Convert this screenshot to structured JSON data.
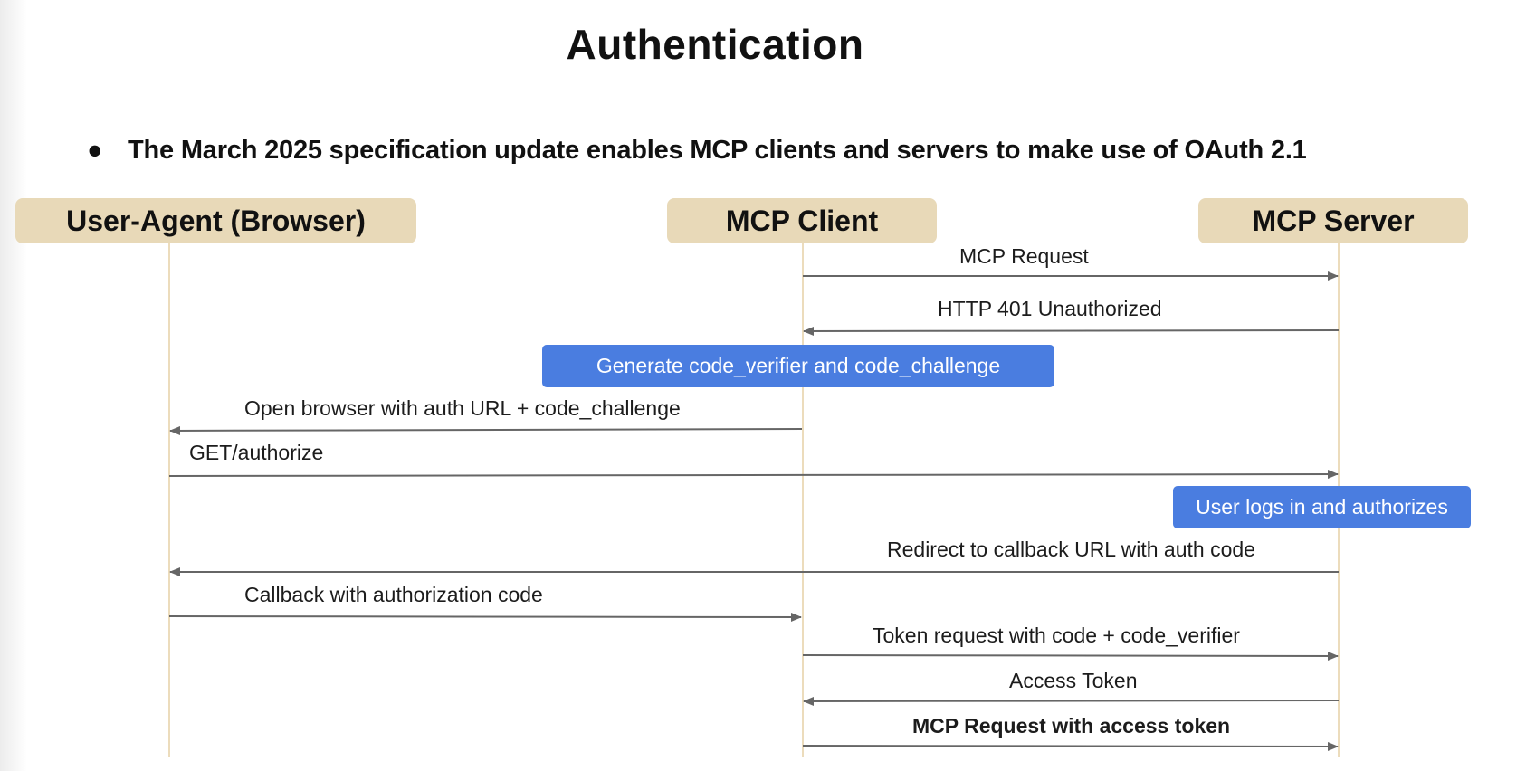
{
  "slide": {
    "title": "Authentication",
    "bullet_marker": "●",
    "bullet": "The March 2025 specification update enables MCP clients and servers to make use of OAuth 2.1"
  },
  "actors": [
    {
      "label": "User-Agent (Browser)"
    },
    {
      "label": "MCP Client"
    },
    {
      "label": "MCP Server"
    }
  ],
  "messages": [
    {
      "label": "MCP Request",
      "from": "MCP Client",
      "to": "MCP Server"
    },
    {
      "label": "HTTP 401 Unauthorized",
      "from": "MCP Server",
      "to": "MCP Client"
    },
    {
      "label": "Open browser with auth URL + code_challenge",
      "from": "MCP Client",
      "to": "User-Agent (Browser)"
    },
    {
      "label": "GET/authorize",
      "from": "User-Agent (Browser)",
      "to": "MCP Server"
    },
    {
      "label": "Redirect to callback URL with auth code",
      "from": "MCP Server",
      "to": "User-Agent (Browser)"
    },
    {
      "label": "Callback with authorization code",
      "from": "User-Agent (Browser)",
      "to": "MCP Client"
    },
    {
      "label": "Token request with code + code_verifier",
      "from": "MCP Client",
      "to": "MCP Server"
    },
    {
      "label": "Access Token",
      "from": "MCP Server",
      "to": "MCP Client"
    },
    {
      "label": "MCP Request with access token",
      "from": "MCP Client",
      "to": "MCP Server"
    }
  ],
  "notes": [
    {
      "label": "Generate code_verifier and code_challenge"
    },
    {
      "label": "User logs in and authorizes"
    }
  ],
  "colors": {
    "actor_box": "#e8d9b8",
    "lifeline": "#ecdcbc",
    "note": "#4a7de0",
    "arrow": "#666666"
  }
}
